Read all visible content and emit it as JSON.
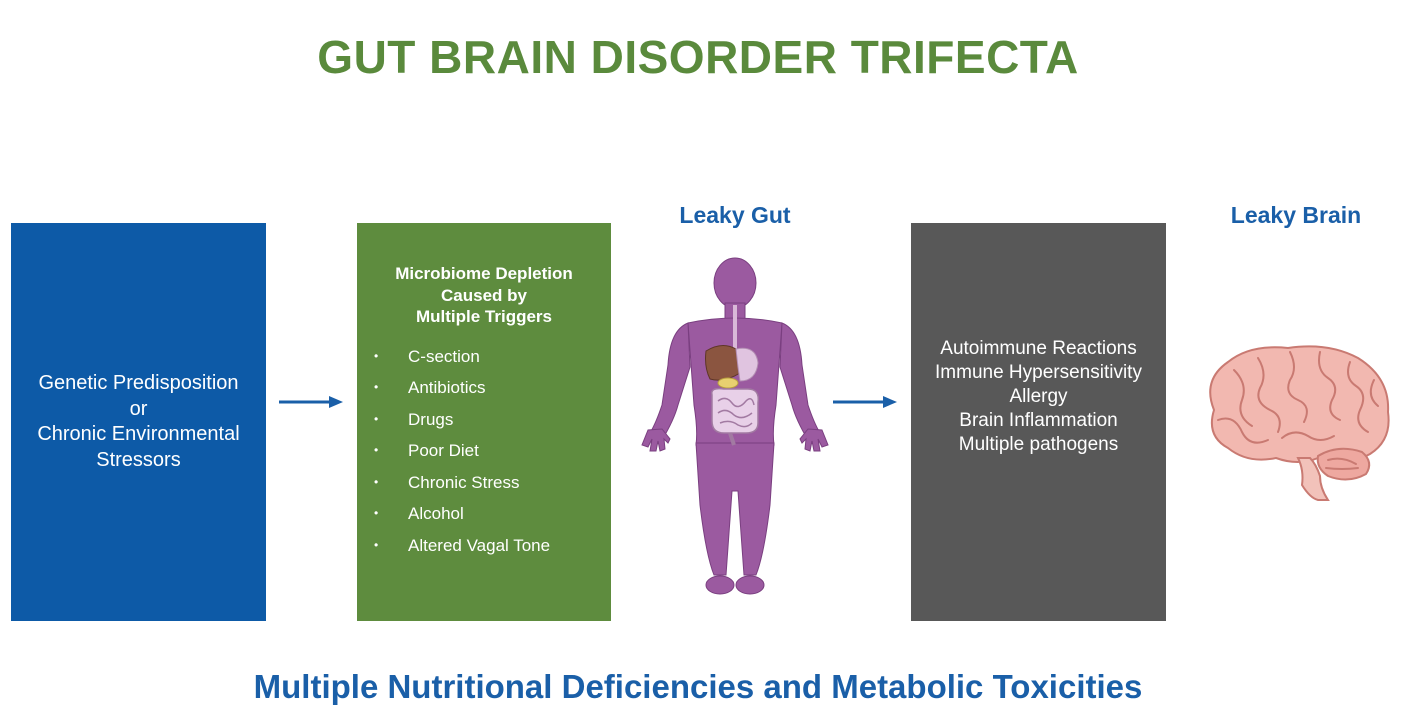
{
  "title": "GUT BRAIN DISORDER TRIFECTA",
  "box1": {
    "lines": [
      "Genetic Predisposition",
      "or",
      "Chronic Environmental",
      "Stressors"
    ],
    "color": "#0d5aa7"
  },
  "box2": {
    "heading": [
      "Microbiome Depletion",
      "Caused by",
      "Multiple Triggers"
    ],
    "bullet_symbol": "•",
    "items": [
      "C-section",
      "Antibiotics",
      "Drugs",
      "Poor Diet",
      "Chronic Stress",
      "Alcohol",
      "Altered Vagal Tone"
    ],
    "color": "#5e8c3e"
  },
  "leaky_gut": {
    "label": "Leaky Gut",
    "icon": "human-body-digestive-system-icon"
  },
  "box3": {
    "lines": [
      "Autoimmune Reactions",
      "Immune Hypersensitivity",
      "Allergy",
      "Brain Inflammation",
      "Multiple pathogens"
    ],
    "color": "#585858"
  },
  "leaky_brain": {
    "label": "Leaky Brain",
    "icon": "brain-icon"
  },
  "footer": "Multiple Nutritional Deficiencies and Metabolic Toxicities",
  "colors": {
    "title": "#5a8a3c",
    "labels": "#1a5fa8",
    "arrow": "#1a5fa8",
    "body_figure": "#9b5aa0",
    "brain": "#f2b8b0"
  }
}
